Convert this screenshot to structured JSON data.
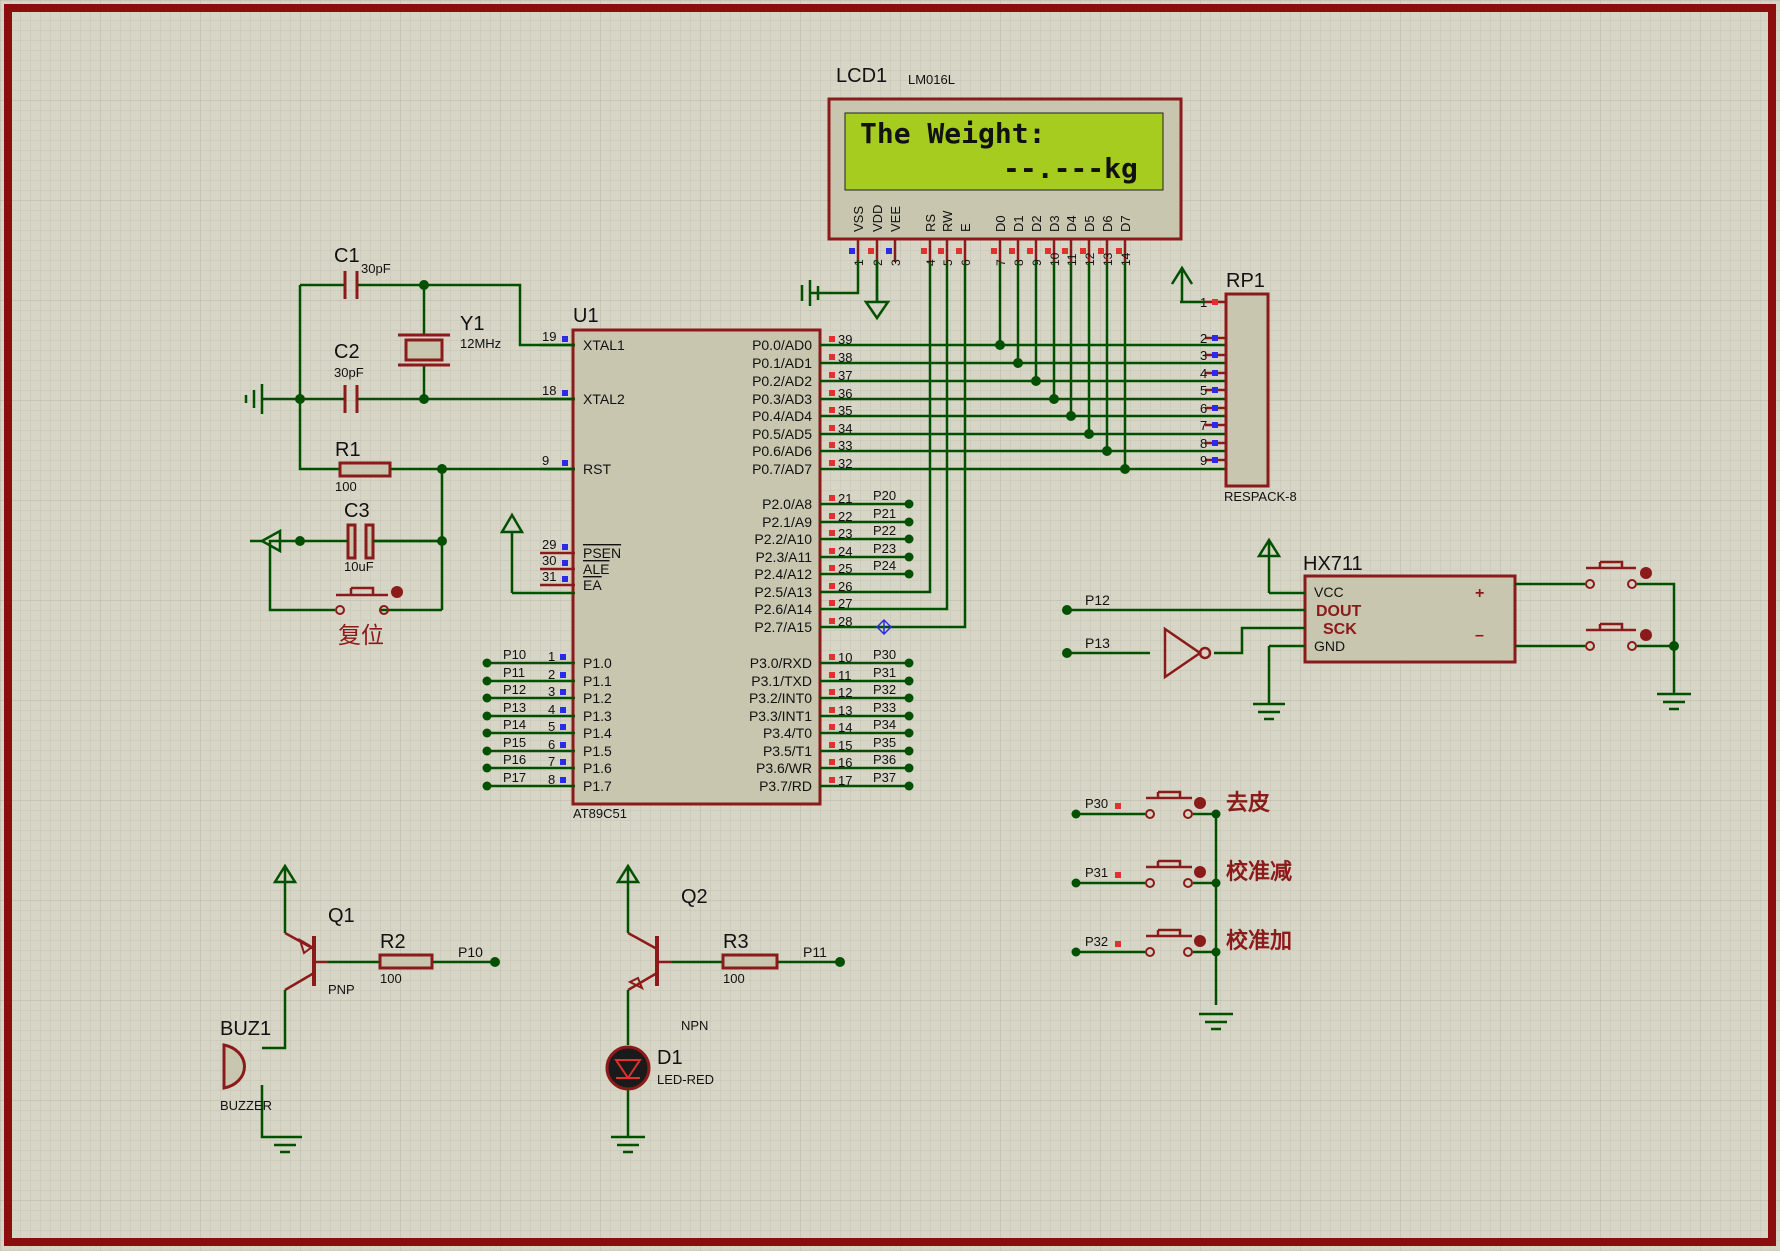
{
  "colors": {
    "background": "#d6d5c6",
    "grid_minor": "#c6c5b4",
    "grid_major": "#b8b7a6",
    "border": "#8b0d0d",
    "component": "#8b1a1a",
    "body_fill": "#c9c6b0",
    "wire": "#005000",
    "pin_red": "#e03030",
    "pin_blue": "#2a2ae8",
    "lcd_screen": "#a5cc1e",
    "text": "#111111",
    "label_cn": "#8b1a1a"
  },
  "lcd": {
    "ref": "LCD1",
    "part": "LM016L",
    "line1": "The Weight:",
    "line2": "--.---kg",
    "pin_names": [
      "VSS",
      "VDD",
      "VEE",
      "RS",
      "RW",
      "E",
      "D0",
      "D1",
      "D2",
      "D3",
      "D4",
      "D5",
      "D6",
      "D7"
    ],
    "pin_numbers": [
      "1",
      "2",
      "3",
      "4",
      "5",
      "6",
      "7",
      "8",
      "9",
      "10",
      "11",
      "12",
      "13",
      "14"
    ]
  },
  "mcu": {
    "ref": "U1",
    "part": "AT89C51",
    "left_top": [
      {
        "num": "19",
        "name": "XTAL1"
      },
      {
        "num": "18",
        "name": "XTAL2"
      },
      {
        "num": "9",
        "name": "RST"
      },
      {
        "num": "29",
        "name": "PSEN"
      },
      {
        "num": "30",
        "name": "ALE"
      },
      {
        "num": "31",
        "name": "EA"
      }
    ],
    "p1": [
      {
        "num": "1",
        "name": "P1.0",
        "net": "P10"
      },
      {
        "num": "2",
        "name": "P1.1",
        "net": "P11"
      },
      {
        "num": "3",
        "name": "P1.2",
        "net": "P12"
      },
      {
        "num": "4",
        "name": "P1.3",
        "net": "P13"
      },
      {
        "num": "5",
        "name": "P1.4",
        "net": "P14"
      },
      {
        "num": "6",
        "name": "P1.5",
        "net": "P15"
      },
      {
        "num": "7",
        "name": "P1.6",
        "net": "P16"
      },
      {
        "num": "8",
        "name": "P1.7",
        "net": "P17"
      }
    ],
    "p0": [
      {
        "num": "39",
        "name": "P0.0/AD0"
      },
      {
        "num": "38",
        "name": "P0.1/AD1"
      },
      {
        "num": "37",
        "name": "P0.2/AD2"
      },
      {
        "num": "36",
        "name": "P0.3/AD3"
      },
      {
        "num": "35",
        "name": "P0.4/AD4"
      },
      {
        "num": "34",
        "name": "P0.5/AD5"
      },
      {
        "num": "33",
        "name": "P0.6/AD6"
      },
      {
        "num": "32",
        "name": "P0.7/AD7"
      }
    ],
    "p2": [
      {
        "num": "21",
        "name": "P2.0/A8",
        "net": "P20"
      },
      {
        "num": "22",
        "name": "P2.1/A9",
        "net": "P21"
      },
      {
        "num": "23",
        "name": "P2.2/A10",
        "net": "P22"
      },
      {
        "num": "24",
        "name": "P2.3/A11",
        "net": "P23"
      },
      {
        "num": "25",
        "name": "P2.4/A12",
        "net": "P24"
      },
      {
        "num": "26",
        "name": "P2.5/A13",
        "net": ""
      },
      {
        "num": "27",
        "name": "P2.6/A14",
        "net": ""
      },
      {
        "num": "28",
        "name": "P2.7/A15",
        "net": ""
      }
    ],
    "p3": [
      {
        "num": "10",
        "name": "P3.0/RXD",
        "net": "P30"
      },
      {
        "num": "11",
        "name": "P3.1/TXD",
        "net": "P31"
      },
      {
        "num": "12",
        "name": "P3.2/INT0",
        "net": "P32"
      },
      {
        "num": "13",
        "name": "P3.3/INT1",
        "net": "P33"
      },
      {
        "num": "14",
        "name": "P3.4/T0",
        "net": "P34"
      },
      {
        "num": "15",
        "name": "P3.5/T1",
        "net": "P35"
      },
      {
        "num": "16",
        "name": "P3.6/WR",
        "net": "P36"
      },
      {
        "num": "17",
        "name": "P3.7/RD",
        "net": "P37"
      }
    ]
  },
  "rp1": {
    "ref": "RP1",
    "part": "RESPACK-8",
    "pins": [
      "1",
      "2",
      "3",
      "4",
      "5",
      "6",
      "7",
      "8",
      "9"
    ]
  },
  "c1": {
    "ref": "C1",
    "value": "30pF"
  },
  "c2": {
    "ref": "C2",
    "value": "30pF"
  },
  "c3": {
    "ref": "C3",
    "value": "10uF"
  },
  "y1": {
    "ref": "Y1",
    "value": "12MHz"
  },
  "r1": {
    "ref": "R1",
    "value": "100"
  },
  "r2": {
    "ref": "R2",
    "value": "100"
  },
  "r3": {
    "ref": "R3",
    "value": "100"
  },
  "reset_label": "复位",
  "hx711": {
    "ref": "HX711",
    "pins": [
      "VCC",
      "DOUT",
      "SCK",
      "GND"
    ],
    "plus": "+",
    "minus": "–",
    "net_p12": "P12",
    "net_p13": "P13"
  },
  "keys": [
    {
      "net": "P30",
      "label": "去皮"
    },
    {
      "net": "P31",
      "label": "校准减"
    },
    {
      "net": "P32",
      "label": "校准加"
    }
  ],
  "q1": {
    "ref": "Q1",
    "type": "PNP",
    "net": "P10"
  },
  "q2": {
    "ref": "Q2",
    "type": "NPN",
    "net": "P11"
  },
  "buz1": {
    "ref": "BUZ1",
    "part": "BUZZER"
  },
  "d1": {
    "ref": "D1",
    "part": "LED-RED"
  }
}
